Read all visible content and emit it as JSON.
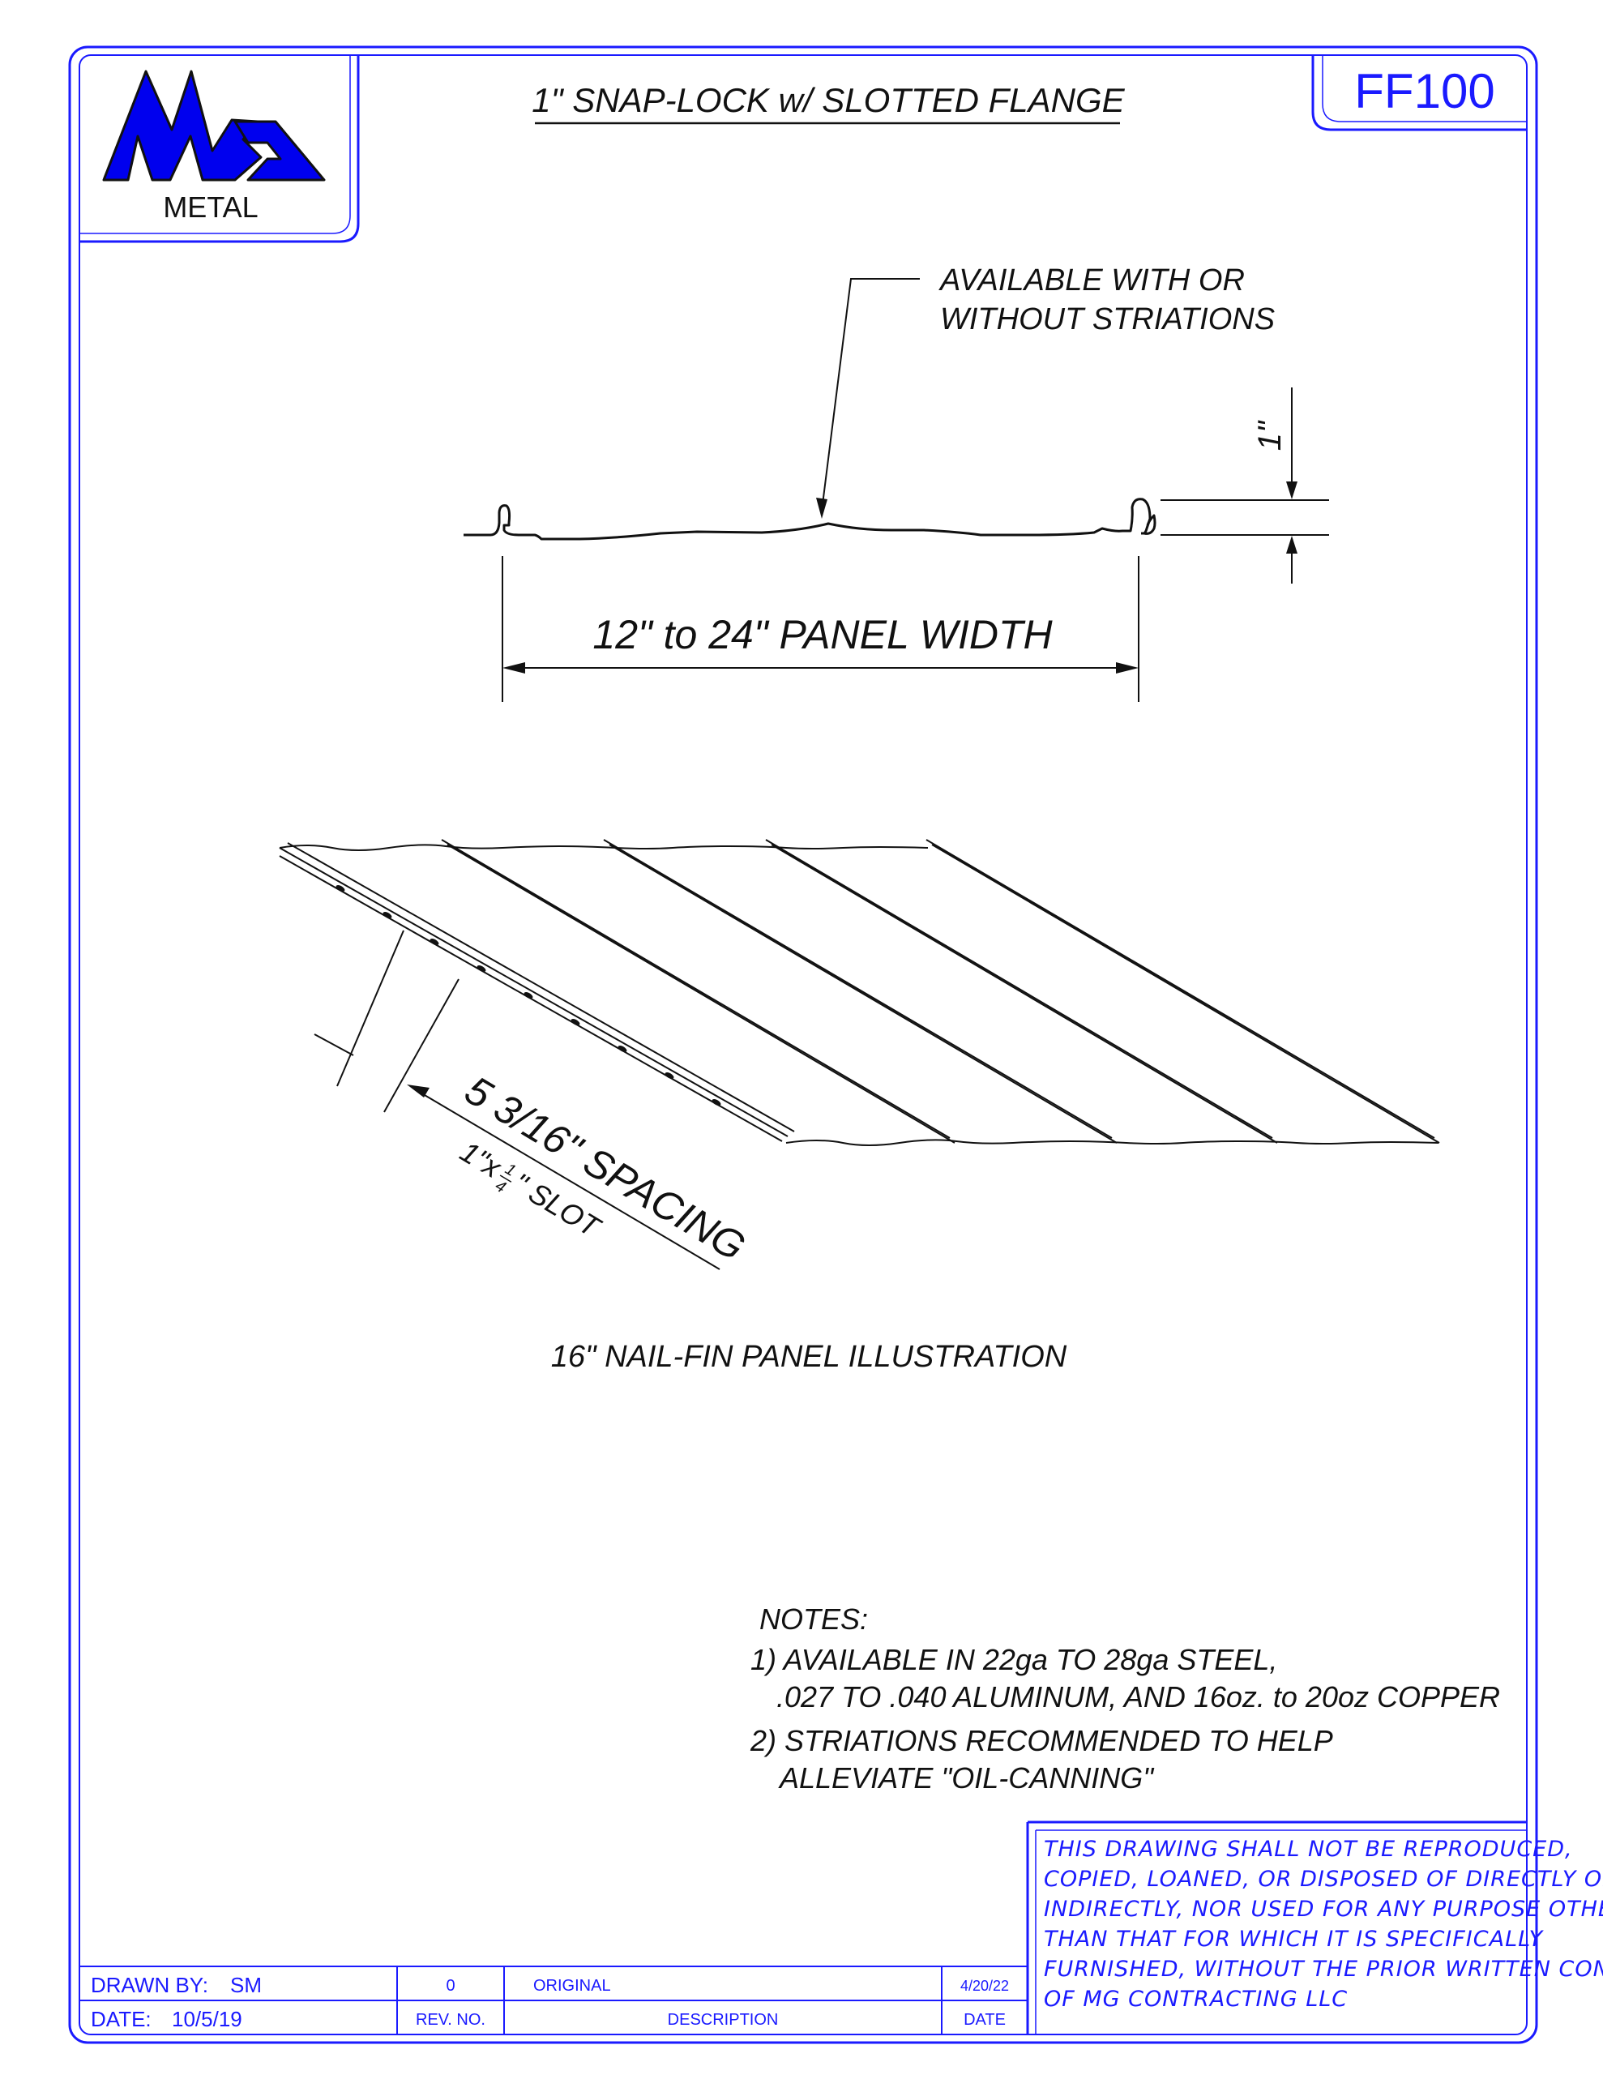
{
  "logo": {
    "text": "METAL"
  },
  "title": "1\" SNAP-LOCK w/ SLOTTED FLANGE",
  "drawing_number": "FF100",
  "profile": {
    "callout_line1": "AVAILABLE  WITH OR",
    "callout_line2": "WITHOUT STRIATIONS",
    "height_label": "1\"",
    "width_label": "12\" to 24\" PANEL WIDTH"
  },
  "illustration": {
    "spacing_label": "5 3/16\" SPACING",
    "slot_prefix": "1\"x",
    "slot_num": "1",
    "slot_den": "4",
    "slot_suffix": "\" SLOT",
    "caption": "16\" NAIL-FIN PANEL ILLUSTRATION"
  },
  "notes": {
    "heading": "NOTES:",
    "items": [
      {
        "line1": "1) AVAILABLE IN 22ga TO 28ga STEEL,",
        "line2": ".027 TO .040 ALUMINUM, AND 16oz. to 20oz COPPER"
      },
      {
        "line1": "2) STRIATIONS RECOMMENDED TO HELP",
        "line2": "ALLEVIATE \"OIL-CANNING\""
      }
    ]
  },
  "disclaimer": [
    "THIS DRAWING SHALL NOT BE REPRODUCED,",
    "COPIED, LOANED, OR DISPOSED OF DIRECTLY OR",
    "INDIRECTLY, NOR USED FOR ANY PURPOSE OTHER",
    "THAN THAT FOR WHICH IT IS SPECIFICALLY",
    "FURNISHED, WITHOUT THE PRIOR WRITTEN CONSENT",
    "OF MG CONTRACTING LLC"
  ],
  "title_block": {
    "drawn_by_label": "DRAWN BY:",
    "drawn_by": "SM",
    "date_label": "DATE:",
    "date": "10/5/19",
    "rev_value": "0",
    "rev_label": "REV. NO.",
    "desc_value": "ORIGINAL",
    "desc_label": "DESCRIPTION",
    "rev_date_value": "4/20/22",
    "rev_date_label": "DATE"
  },
  "colors": {
    "border": "#1a1aff",
    "logo_fill": "#0000ee",
    "ink": "#111111"
  }
}
